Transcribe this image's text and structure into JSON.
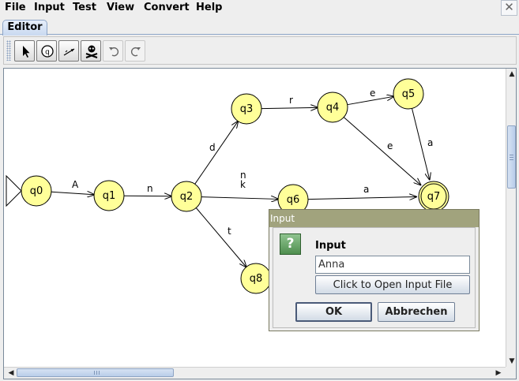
{
  "menubar": {
    "items": [
      "File",
      "Input",
      "Test",
      "View",
      "Convert",
      "Help"
    ],
    "close_glyph": "✕"
  },
  "tabs": {
    "editor": "Editor"
  },
  "toolbar": {
    "tools": [
      "pointer-icon",
      "add-state-icon",
      "add-transition-icon",
      "delete-icon",
      "undo-icon",
      "redo-icon"
    ]
  },
  "automaton": {
    "initial_state": "q0",
    "final_states": [
      "q7"
    ],
    "states": [
      "q0",
      "q1",
      "q2",
      "q3",
      "q4",
      "q5",
      "q6",
      "q7",
      "q8"
    ],
    "transitions": [
      {
        "from": "q0",
        "to": "q1",
        "label": "A"
      },
      {
        "from": "q1",
        "to": "q2",
        "label": "n"
      },
      {
        "from": "q2",
        "to": "q3",
        "label": "d"
      },
      {
        "from": "q3",
        "to": "q4",
        "label": "r"
      },
      {
        "from": "q4",
        "to": "q5",
        "label": "e"
      },
      {
        "from": "q4",
        "to": "q7",
        "label": "e"
      },
      {
        "from": "q5",
        "to": "q7",
        "label": "a"
      },
      {
        "from": "q2",
        "to": "q6",
        "label": "n\nk"
      },
      {
        "from": "q6",
        "to": "q7",
        "label": "a"
      },
      {
        "from": "q2",
        "to": "q8",
        "label": "t"
      }
    ],
    "colors": {
      "state_fill": "#ffff99",
      "state_stroke": "#000000"
    }
  },
  "dialog": {
    "title": "Input",
    "label": "Input",
    "input_value": "Anna",
    "open_file_label": "Click to Open Input File",
    "ok_label": "OK",
    "cancel_label": "Abbrechen",
    "title_color": "#a1a37d"
  }
}
